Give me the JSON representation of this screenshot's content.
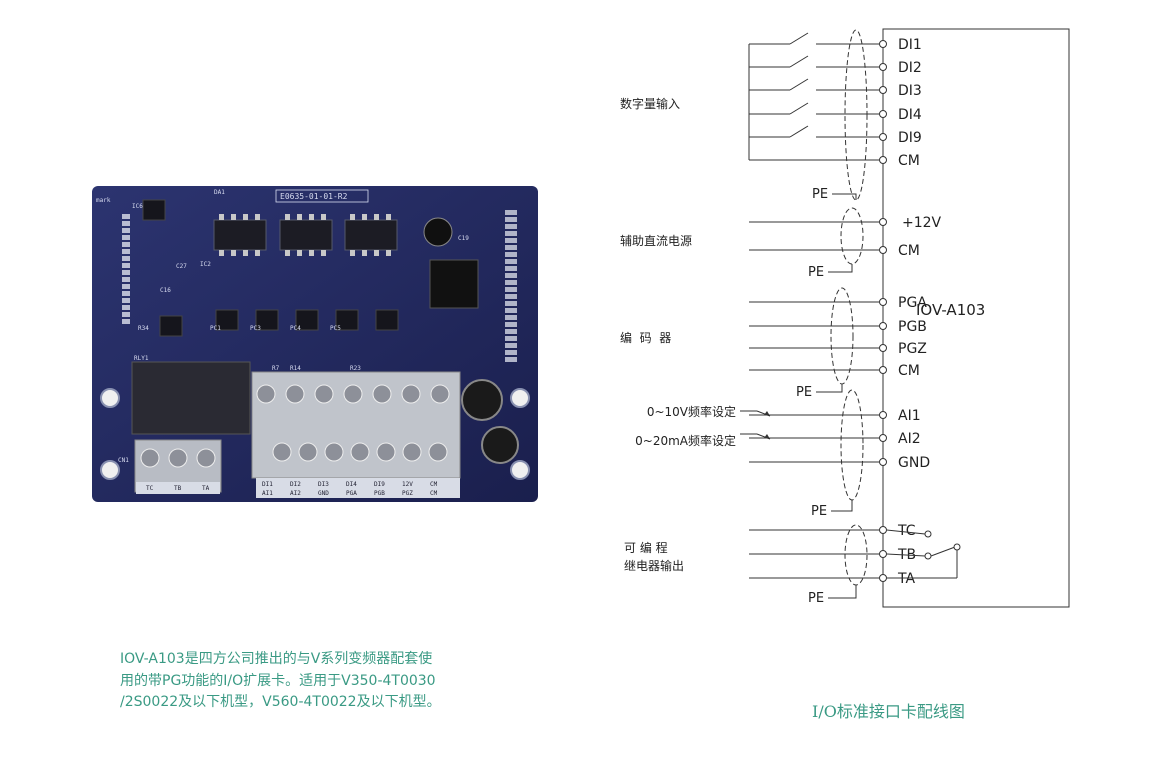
{
  "board": {
    "code": "E0635-01-01-R2",
    "mark_text": "mark",
    "silk": [
      "IC6",
      "IC2",
      "PC1",
      "PC3",
      "PC4",
      "PC5",
      "C16",
      "C19",
      "C27",
      "R14",
      "R23",
      "RLY1",
      "CN1",
      "DA1",
      "R7",
      "R34"
    ],
    "relay_labels": [
      "TC",
      "TB",
      "TA"
    ],
    "top_labels": [
      "DI1",
      "DI2",
      "DI3",
      "DI4",
      "DI9",
      "12V",
      "CM"
    ],
    "bottom_labels": [
      "AI1",
      "AI2",
      "GND",
      "PGA",
      "PGB",
      "PGZ",
      "CM"
    ]
  },
  "module_label": "IOV-A103",
  "groups": [
    {
      "label": "数字量输入"
    },
    {
      "label": "辅助直流电源"
    },
    {
      "label": "编  码  器"
    },
    {
      "label": "0~10V频率设定"
    },
    {
      "label": "0~20mA频率设定"
    },
    {
      "label": "可 编 程"
    },
    {
      "label": "继电器输出"
    }
  ],
  "terminals": [
    "DI1",
    "DI2",
    "DI3",
    "DI4",
    "DI9",
    "CM",
    "+12V",
    "CM",
    "PGA",
    "PGB",
    "PGZ",
    "CM",
    "AI1",
    "AI2",
    "GND",
    "TC",
    "TB",
    "TA"
  ],
  "pe_label": "PE",
  "caption_lines": [
    "IOV-A103是四方公司推出的与V系列变频器配套使",
    "用的带PG功能的I/O扩展卡。适用于V350-4T0030",
    "/2S0022及以下机型，V560-4T0022及以下机型。"
  ],
  "diagram_title": "I/O标准接口卡配线图",
  "colors": {
    "caption": "#3a9a84",
    "board": "#1f2557",
    "line": "#333333"
  }
}
